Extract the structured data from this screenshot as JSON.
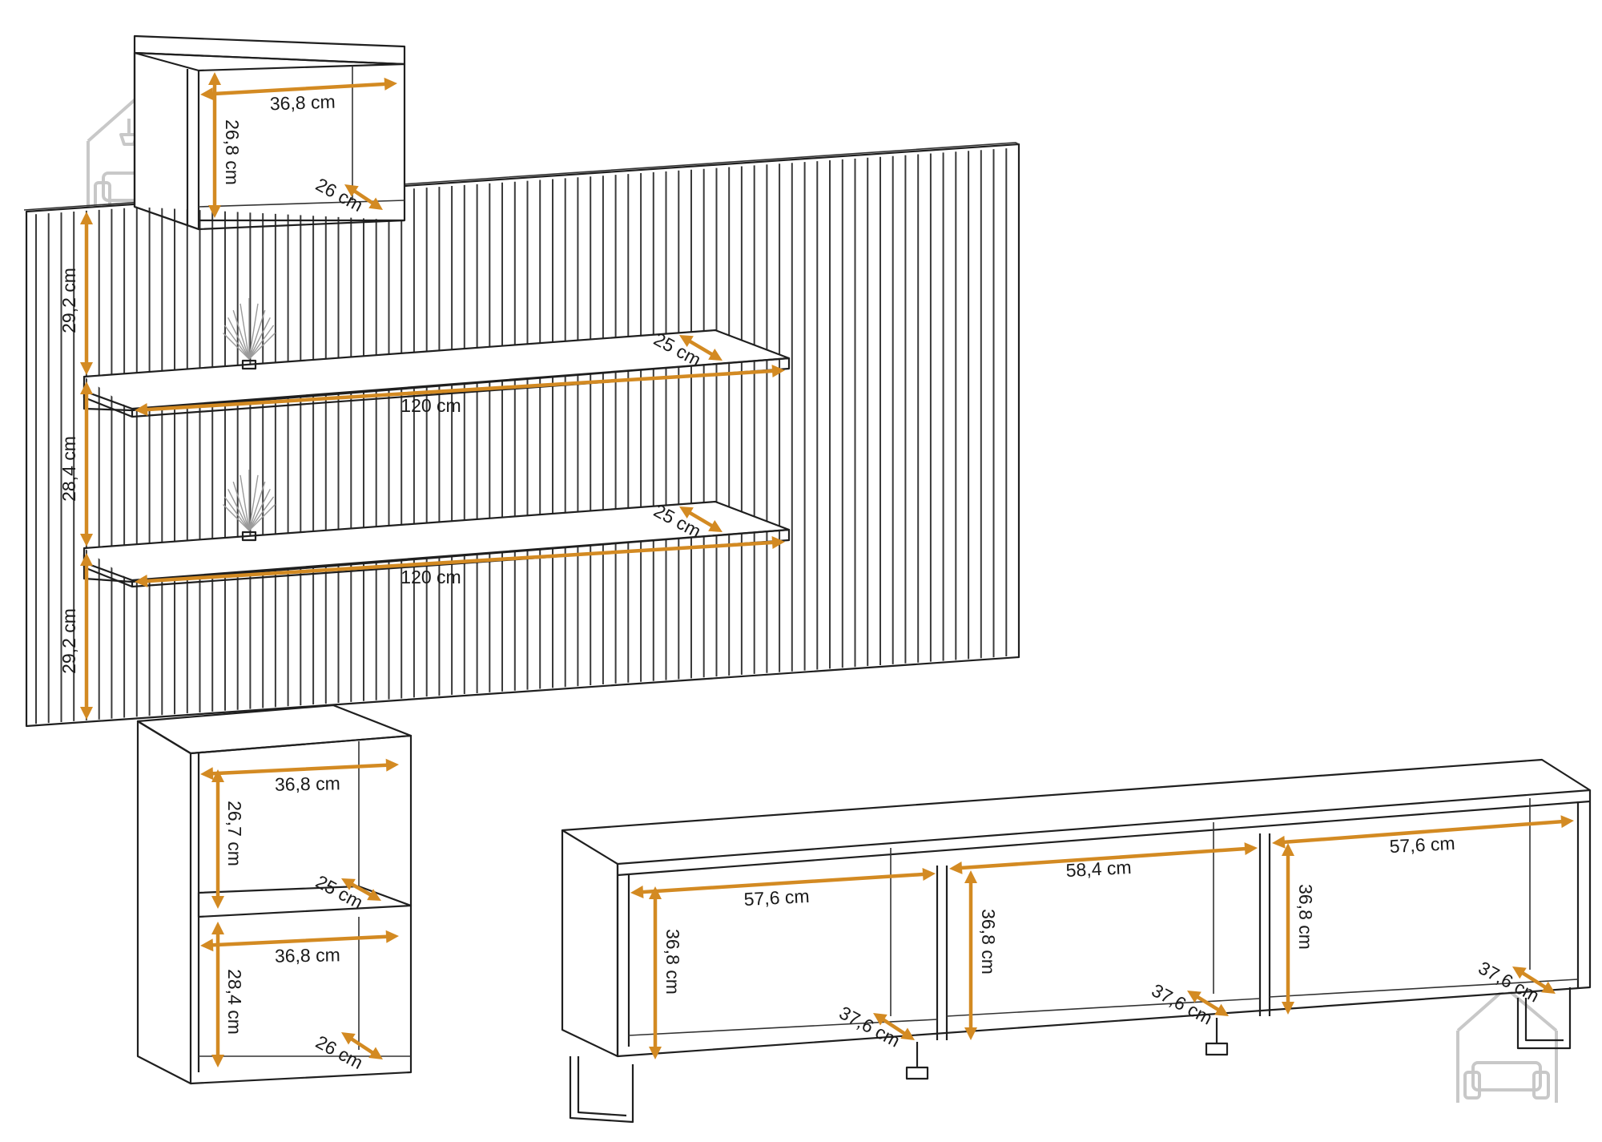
{
  "drawing": {
    "labels": {
      "top_cube_width": "36,8 cm",
      "top_cube_height": "26,8 cm",
      "top_cube_depth": "26 cm",
      "gap_top": "29,2 cm",
      "gap_middle": "28,4 cm",
      "gap_bottom": "29,2 cm",
      "shelf1_depth": "25 cm",
      "shelf1_length": "120 cm",
      "shelf2_depth": "25 cm",
      "shelf2_length": "120 cm",
      "lower_cab_width_top": "36,8 cm",
      "lower_cab_height_top": "26,7 cm",
      "lower_cab_depth_top": "25 cm",
      "lower_cab_width_bottom": "36,8 cm",
      "lower_cab_height_bottom": "28,4 cm",
      "lower_cab_depth_bottom": "26 cm",
      "tv_comp1_width": "57,6 cm",
      "tv_comp2_width": "58,4 cm",
      "tv_comp3_width": "57,6 cm",
      "tv_comp1_height": "36,8 cm",
      "tv_comp2_height": "36,8 cm",
      "tv_comp3_height": "36,8 cm",
      "tv_comp1_depth": "37,6 cm",
      "tv_comp2_depth": "37,6 cm",
      "tv_comp3_depth": "37,6 cm"
    },
    "colors": {
      "dimension": "#d38a22",
      "outline": "#1f1f1f",
      "watermark": "#c8c8c8"
    },
    "icons": [
      "home-sofa-watermark-icon"
    ]
  }
}
